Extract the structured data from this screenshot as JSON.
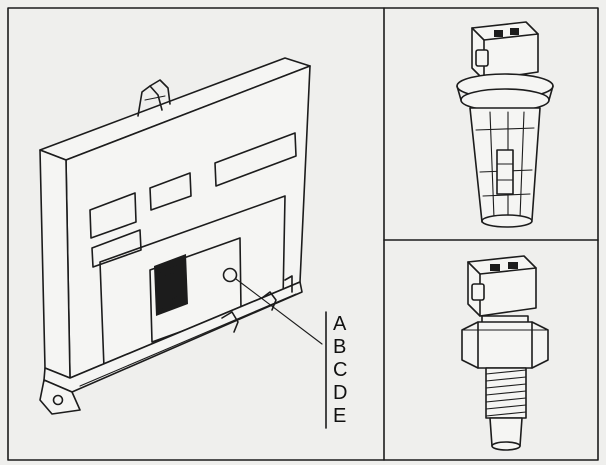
{
  "figure": {
    "labels": [
      "A",
      "B",
      "C",
      "D",
      "E"
    ]
  },
  "colors": {
    "background": "#efefed",
    "ink": "#1c1c1c"
  },
  "icons": [
    "control-unit-icon",
    "air-temperature-sensor-icon",
    "coolant-temperature-sensor-icon"
  ]
}
